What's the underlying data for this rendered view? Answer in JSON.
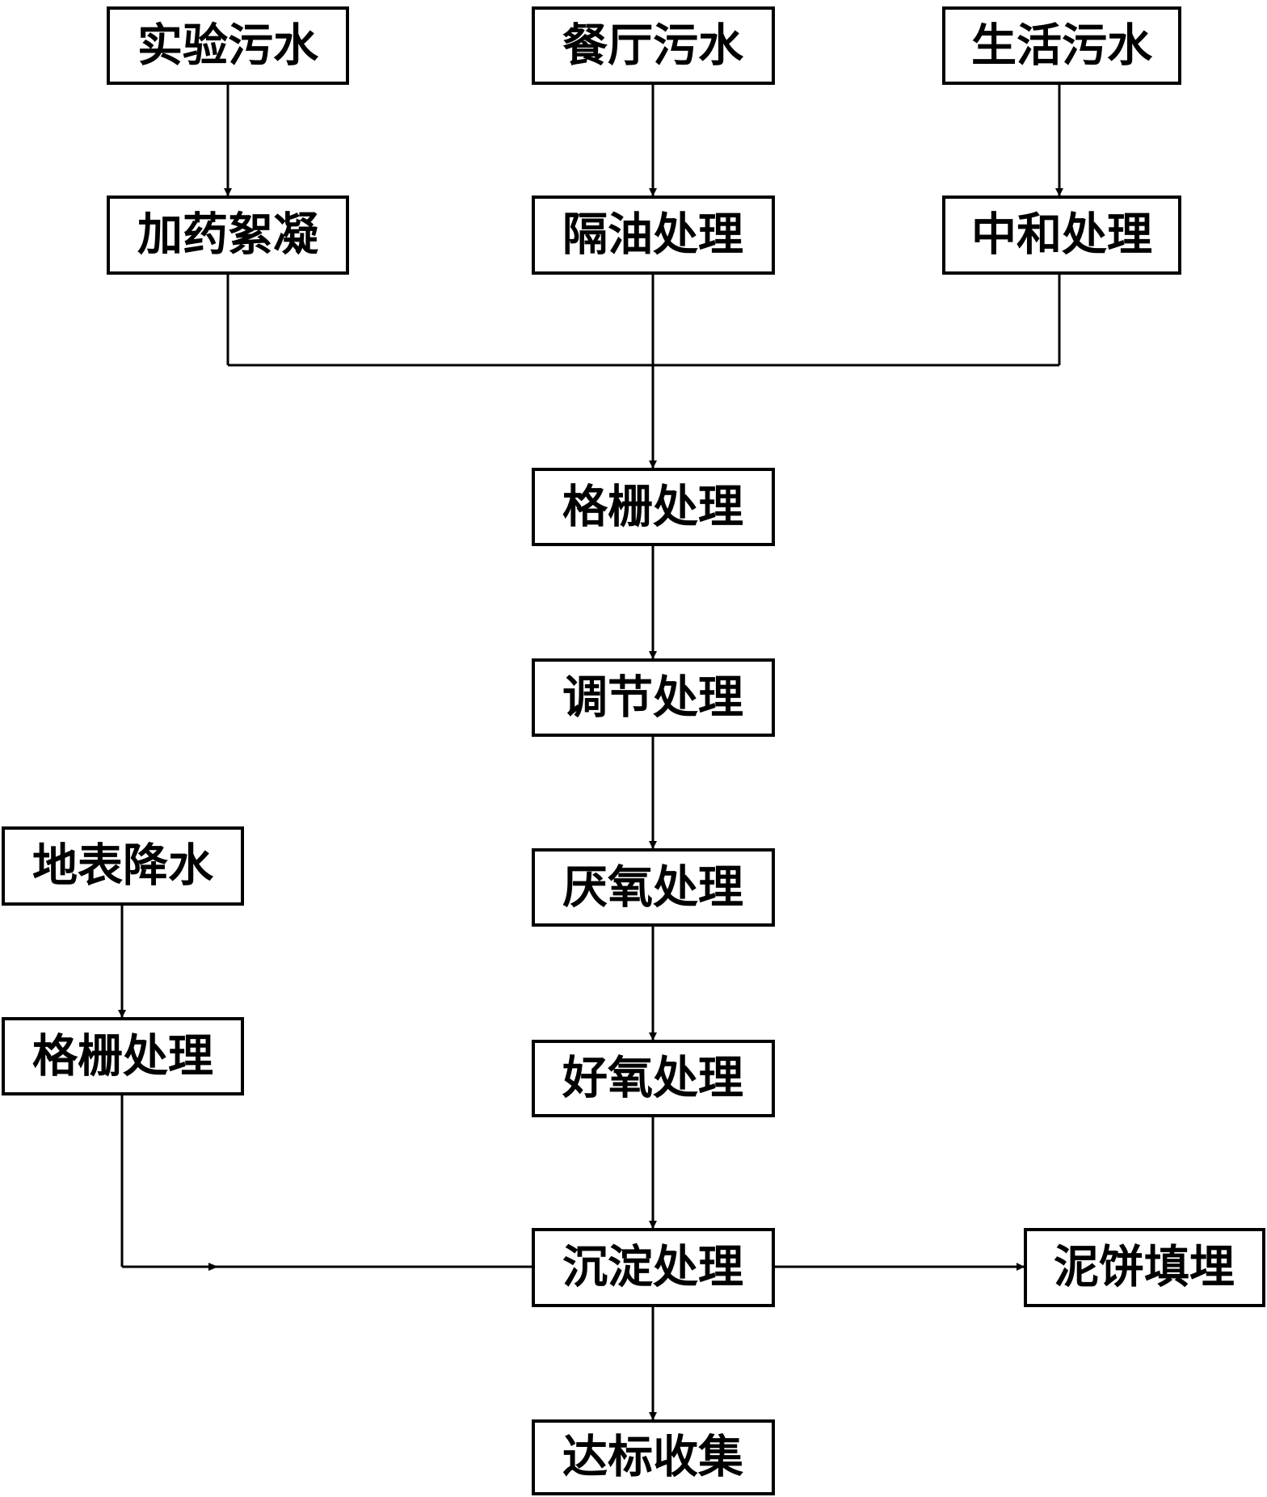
{
  "nodes": [
    {
      "id": "lab",
      "label": "实验污水"
    },
    {
      "id": "restaurant",
      "label": "餐厅污水"
    },
    {
      "id": "domestic",
      "label": "生活污水"
    },
    {
      "id": "flocculation",
      "label": "加药絮凝"
    },
    {
      "id": "oil-separation",
      "label": "隔油处理"
    },
    {
      "id": "neutralization",
      "label": "中和处理"
    },
    {
      "id": "grille-main",
      "label": "格栅处理"
    },
    {
      "id": "regulation",
      "label": "调节处理"
    },
    {
      "id": "anaerobic",
      "label": "厌氧处理"
    },
    {
      "id": "aerobic",
      "label": "好氧处理"
    },
    {
      "id": "sedimentation",
      "label": "沉淀处理"
    },
    {
      "id": "collection",
      "label": "达标收集"
    },
    {
      "id": "surface-rain",
      "label": "地表降水"
    },
    {
      "id": "grille-rain",
      "label": "格栅处理"
    },
    {
      "id": "sludge-landfill",
      "label": "泥饼填埋"
    }
  ],
  "edges": [
    {
      "from": "lab",
      "to": "flocculation"
    },
    {
      "from": "restaurant",
      "to": "oil-separation"
    },
    {
      "from": "domestic",
      "to": "neutralization"
    },
    {
      "from": "flocculation",
      "to": "grille-main"
    },
    {
      "from": "oil-separation",
      "to": "grille-main"
    },
    {
      "from": "neutralization",
      "to": "grille-main"
    },
    {
      "from": "grille-main",
      "to": "regulation"
    },
    {
      "from": "regulation",
      "to": "anaerobic"
    },
    {
      "from": "anaerobic",
      "to": "aerobic"
    },
    {
      "from": "aerobic",
      "to": "sedimentation"
    },
    {
      "from": "surface-rain",
      "to": "grille-rain"
    },
    {
      "from": "grille-rain",
      "to": "sedimentation"
    },
    {
      "from": "sedimentation",
      "to": "sludge-landfill"
    },
    {
      "from": "sedimentation",
      "to": "collection"
    }
  ]
}
